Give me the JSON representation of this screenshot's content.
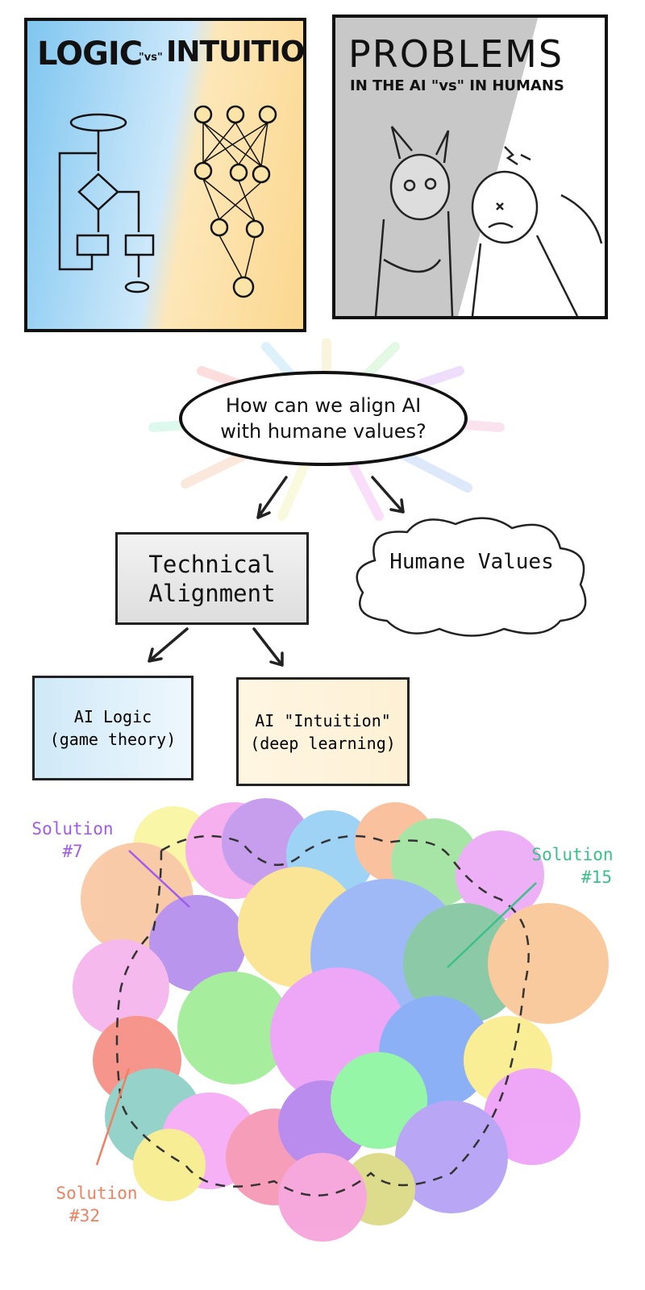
{
  "panel_left": {
    "title_left": "LOGIC",
    "title_vs": "\"vs\"",
    "title_right": "INTUITION"
  },
  "panel_right": {
    "title": "PROBLEMS",
    "subtitle": "IN THE AI \"vs\" IN HUMANS"
  },
  "diagram": {
    "question": "How can we align AI with humane values?",
    "technical": "Technical Alignment",
    "humane": "Humane Values",
    "logic": {
      "line1": "AI Logic",
      "line2": "(game theory)"
    },
    "intuition": {
      "line1": "AI \"Intuition\"",
      "line2": "(deep learning)"
    }
  },
  "solutions": [
    {
      "line1": "Solution",
      "line2": "#7",
      "color": "#a05af0"
    },
    {
      "line1": "Solution",
      "line2": "#15",
      "color": "#3cc08a"
    },
    {
      "line1": "Solution",
      "line2": "#32",
      "color": "#f08060"
    }
  ]
}
